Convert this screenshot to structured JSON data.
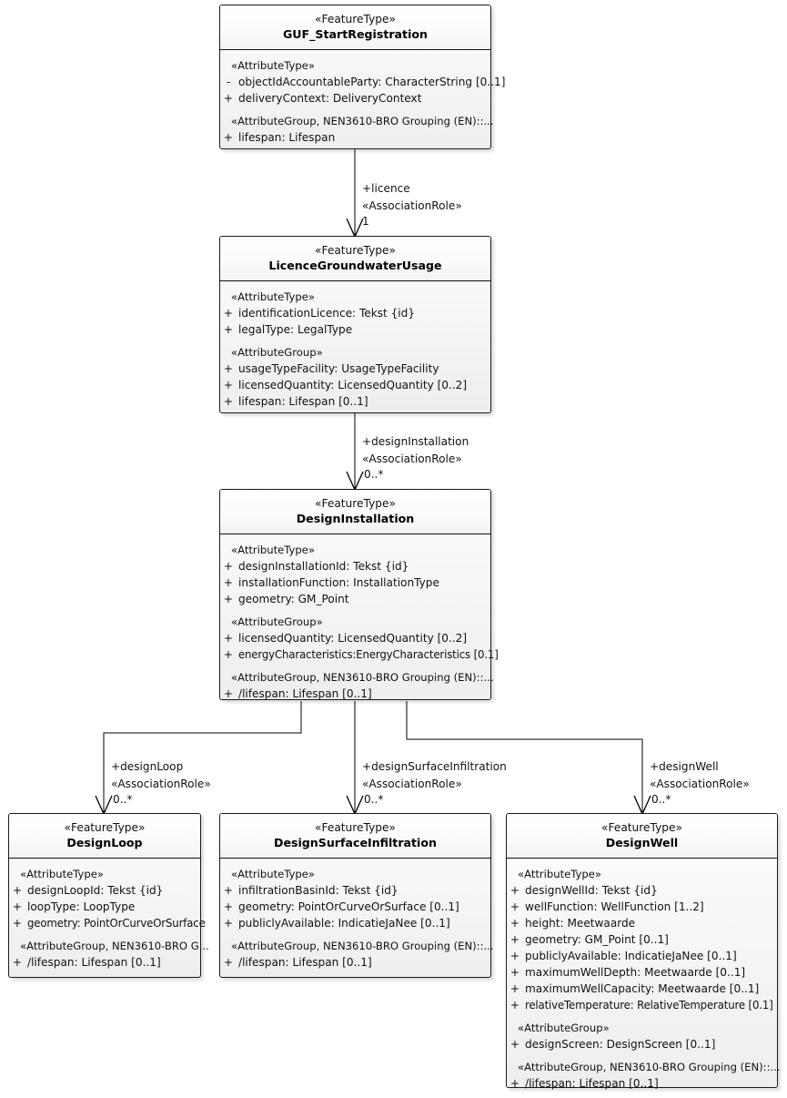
{
  "diagram": {
    "type": "uml-class-diagram",
    "title": "GUF_StartRegistration class diagram",
    "stereotype_feature": "«FeatureType»",
    "stereotype_attr_type": "«AttributeType»",
    "stereotype_attr_group": "«AttributeGroup»",
    "stereotype_attr_group_nen": "«AttributeGroup, NEN3610-BRO Grouping (EN)::...",
    "stereotype_attr_group_nen_short": "«AttributeGroup, NEN3610-BRO G...",
    "stereotype_association_role": "«AssociationRole»",
    "colors": {
      "box_border": "#1a1a1a",
      "box_fill_top": "#ffffff",
      "box_fill_bottom": "#eeeeee",
      "line": "#000000",
      "text": "#111111",
      "background": "#ffffff"
    }
  },
  "classes": [
    {
      "id": "guf-startregistration",
      "stereotype": "«FeatureType»",
      "name": "GUF_StartRegistration",
      "groups": [
        {
          "label": "«AttributeType»",
          "attributes": [
            {
              "visibility": "-",
              "text": "objectIdAccountableParty: CharacterString [0..1]",
              "squeeze": false
            },
            {
              "visibility": "+",
              "text": "deliveryContext: DeliveryContext",
              "squeeze": false
            }
          ]
        },
        {
          "label": "«AttributeGroup, NEN3610-BRO Grouping (EN)::...",
          "attributes": [
            {
              "visibility": "+",
              "text": "lifespan: Lifespan",
              "squeeze": false
            }
          ]
        }
      ]
    },
    {
      "id": "licencegroundwaterusage",
      "stereotype": "«FeatureType»",
      "name": "LicenceGroundwaterUsage",
      "groups": [
        {
          "label": "«AttributeType»",
          "attributes": [
            {
              "visibility": "+",
              "text": "identificationLicence: Tekst {id}",
              "squeeze": false
            },
            {
              "visibility": "+",
              "text": "legalType: LegalType",
              "squeeze": false
            }
          ]
        },
        {
          "label": "«AttributeGroup»",
          "attributes": [
            {
              "visibility": "+",
              "text": "usageTypeFacility: UsageTypeFacility",
              "squeeze": false
            },
            {
              "visibility": "+",
              "text": "licensedQuantity: LicensedQuantity [0..2]",
              "squeeze": false
            },
            {
              "visibility": "+",
              "text": "lifespan: Lifespan [0..1]",
              "squeeze": false
            }
          ]
        }
      ]
    },
    {
      "id": "designinstallation",
      "stereotype": "«FeatureType»",
      "name": "DesignInstallation",
      "groups": [
        {
          "label": "«AttributeType»",
          "attributes": [
            {
              "visibility": "+",
              "text": "designInstallationId: Tekst {id}",
              "squeeze": false
            },
            {
              "visibility": "+",
              "text": "installationFunction: InstallationType",
              "squeeze": false
            },
            {
              "visibility": "+",
              "text": "geometry: GM_Point",
              "squeeze": false
            }
          ]
        },
        {
          "label": "«AttributeGroup»",
          "attributes": [
            {
              "visibility": "+",
              "text": "licensedQuantity: LicensedQuantity [0..2]",
              "squeeze": false
            },
            {
              "visibility": "+",
              "text": "energyCharacteristics:EnergyCharacteristics [0.1]",
              "squeeze": true
            }
          ]
        },
        {
          "label": "«AttributeGroup, NEN3610-BRO Grouping (EN)::...",
          "attributes": [
            {
              "visibility": "+",
              "text": "/lifespan: Lifespan [0..1]",
              "squeeze": false
            }
          ]
        }
      ]
    },
    {
      "id": "designloop",
      "stereotype": "«FeatureType»",
      "name": "DesignLoop",
      "groups": [
        {
          "label": "«AttributeType»",
          "attributes": [
            {
              "visibility": "+",
              "text": "designLoopId: Tekst {id}",
              "squeeze": false
            },
            {
              "visibility": "+",
              "text": "loopType: LoopType",
              "squeeze": false
            },
            {
              "visibility": "+",
              "text": "geometry: PointOrCurveOrSurface",
              "squeeze": true
            }
          ]
        },
        {
          "label": "«AttributeGroup, NEN3610-BRO G...",
          "attributes": [
            {
              "visibility": "+",
              "text": "/lifespan: Lifespan [0..1]",
              "squeeze": false
            }
          ]
        }
      ]
    },
    {
      "id": "designsurfaceinfiltration",
      "stereotype": "«FeatureType»",
      "name": "DesignSurfaceInfiltration",
      "groups": [
        {
          "label": "«AttributeType»",
          "attributes": [
            {
              "visibility": "+",
              "text": "infiltrationBasinId: Tekst {id}",
              "squeeze": false
            },
            {
              "visibility": "+",
              "text": "geometry: PointOrCurveOrSurface [0..1]",
              "squeeze": false
            },
            {
              "visibility": "+",
              "text": "publiclyAvailable: IndicatieJaNee [0..1]",
              "squeeze": false
            }
          ]
        },
        {
          "label": "«AttributeGroup, NEN3610-BRO Grouping (EN)::...",
          "attributes": [
            {
              "visibility": "+",
              "text": "/lifespan: Lifespan [0..1]",
              "squeeze": false
            }
          ]
        }
      ]
    },
    {
      "id": "designwell",
      "stereotype": "«FeatureType»",
      "name": "DesignWell",
      "groups": [
        {
          "label": "«AttributeType»",
          "attributes": [
            {
              "visibility": "+",
              "text": "designWellId: Tekst {id}",
              "squeeze": false
            },
            {
              "visibility": "+",
              "text": "wellFunction: WellFunction [1..2]",
              "squeeze": false
            },
            {
              "visibility": "+",
              "text": "height: Meetwaarde",
              "squeeze": false
            },
            {
              "visibility": "+",
              "text": "geometry: GM_Point [0..1]",
              "squeeze": false
            },
            {
              "visibility": "+",
              "text": "publiclyAvailable: IndicatieJaNee [0..1]",
              "squeeze": false
            },
            {
              "visibility": "+",
              "text": "maximumWellDepth: Meetwaarde [0..1]",
              "squeeze": false
            },
            {
              "visibility": "+",
              "text": "maximumWellCapacity: Meetwaarde [0..1]",
              "squeeze": false
            },
            {
              "visibility": "+",
              "text": "relativeTemperature: RelativeTemperature [0.1]",
              "squeeze": true
            }
          ]
        },
        {
          "label": "«AttributeGroup»",
          "attributes": [
            {
              "visibility": "+",
              "text": "designScreen: DesignScreen [0..1]",
              "squeeze": false
            }
          ]
        },
        {
          "label": "«AttributeGroup, NEN3610-BRO Grouping (EN)::...",
          "attributes": [
            {
              "visibility": "+",
              "text": "/lifespan: Lifespan [0..1]",
              "squeeze": false
            }
          ]
        }
      ]
    }
  ],
  "associations": [
    {
      "id": "assoc-licence",
      "role": "+licence",
      "stereotype": "«AssociationRole»",
      "multiplicity": "1",
      "source": "guf-startregistration",
      "target": "licencegroundwaterusage"
    },
    {
      "id": "assoc-designinstallation",
      "role": "+designInstallation",
      "stereotype": "«AssociationRole»",
      "multiplicity": "0..*",
      "source": "licencegroundwaterusage",
      "target": "designinstallation"
    },
    {
      "id": "assoc-designloop",
      "role": "+designLoop",
      "stereotype": "«AssociationRole»",
      "multiplicity": "0..*",
      "source": "designinstallation",
      "target": "designloop"
    },
    {
      "id": "assoc-designsurfaceinfiltration",
      "role": "+designSurfaceInfiltration",
      "stereotype": "«AssociationRole»",
      "multiplicity": "0..*",
      "source": "designinstallation",
      "target": "designsurfaceinfiltration"
    },
    {
      "id": "assoc-designwell",
      "role": "+designWell",
      "stereotype": "«AssociationRole»",
      "multiplicity": "0..*",
      "source": "designinstallation",
      "target": "designwell"
    }
  ]
}
